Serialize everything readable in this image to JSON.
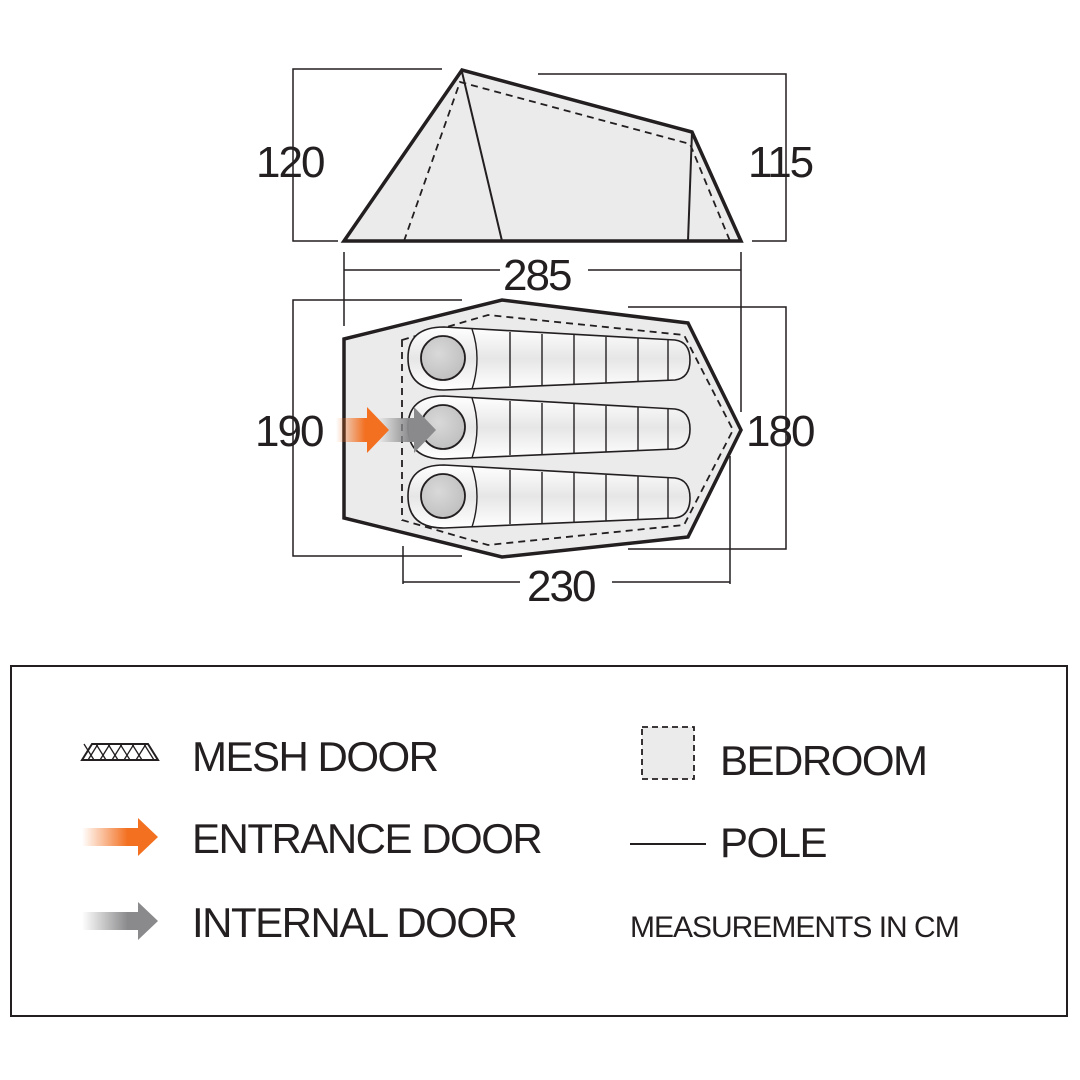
{
  "dimensions": {
    "height_front": "120",
    "height_rear": "115",
    "length_total": "285",
    "width_front": "190",
    "width_rear": "180",
    "length_inner": "230"
  },
  "legend": {
    "mesh_door": "MESH DOOR",
    "entrance_door": "ENTRANCE DOOR",
    "internal_door": "INTERNAL DOOR",
    "bedroom": "BEDROOM",
    "pole": "POLE",
    "units_note": "MEASUREMENTS IN CM"
  },
  "colors": {
    "outline": "#231f20",
    "fill": "#ebebeb",
    "entrance_arrow": "#f37021",
    "internal_arrow": "#8a8a8c"
  },
  "icons": {
    "mesh_door": "mesh-door-icon",
    "entrance_door": "orange-arrow-icon",
    "internal_door": "grey-arrow-icon",
    "bedroom": "dashed-square-icon",
    "pole": "line-icon"
  }
}
